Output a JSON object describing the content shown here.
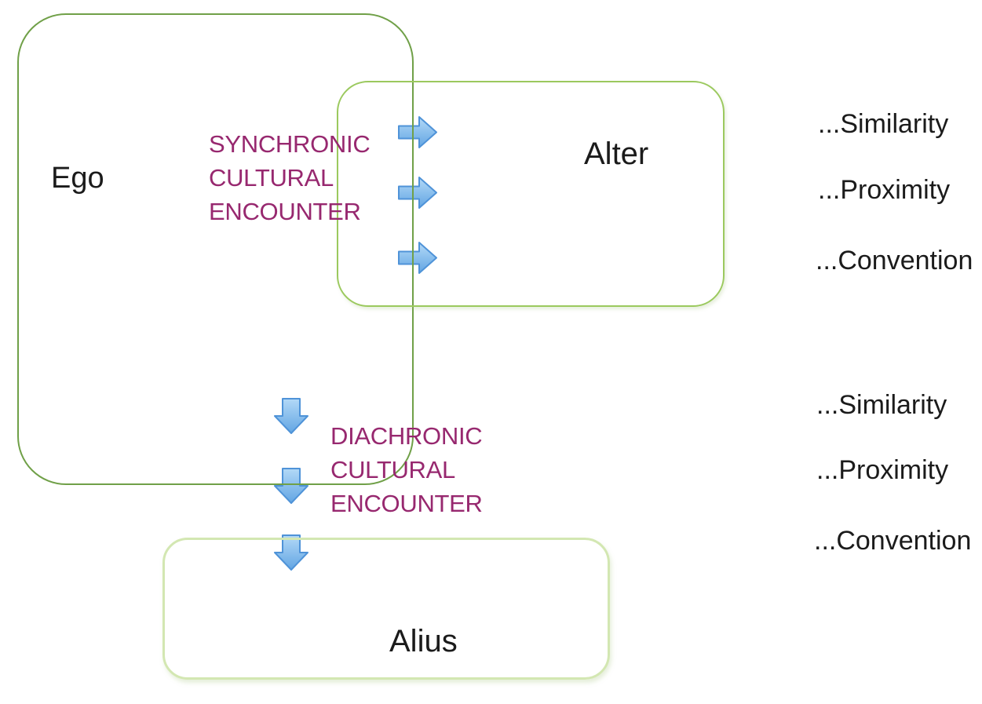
{
  "diagram": {
    "ego": {
      "label": "Ego"
    },
    "alter": {
      "label": "Alter"
    },
    "alius": {
      "label": "Alius"
    },
    "synchronic_encounter": {
      "lines": [
        "SYNCHRONIC",
        "CULTURAL",
        "ENCOUNTER"
      ]
    },
    "diachronic_encounter": {
      "lines": [
        "DIACHRONIC",
        "CULTURAL",
        "ENCOUNTER"
      ]
    },
    "alter_outcomes": [
      "...Similarity",
      "...Proximity",
      "...Convention"
    ],
    "alius_outcomes": [
      "...Similarity",
      "...Proximity",
      "...Convention"
    ],
    "arrows": {
      "synchronic_direction": "right",
      "synchronic_count": 3,
      "diachronic_direction": "down",
      "diachronic_count": 3
    },
    "colors": {
      "ego_border": "#70a048",
      "alter_border": "#9bc95e",
      "alius_border": "#d3e7b2",
      "arrow_fill_light": "#b3d9f7",
      "arrow_fill_dark": "#62a5e3",
      "arrow_stroke": "#4f93d8",
      "encounter_text": "#97286f",
      "label_text": "#1b1b1b"
    }
  }
}
